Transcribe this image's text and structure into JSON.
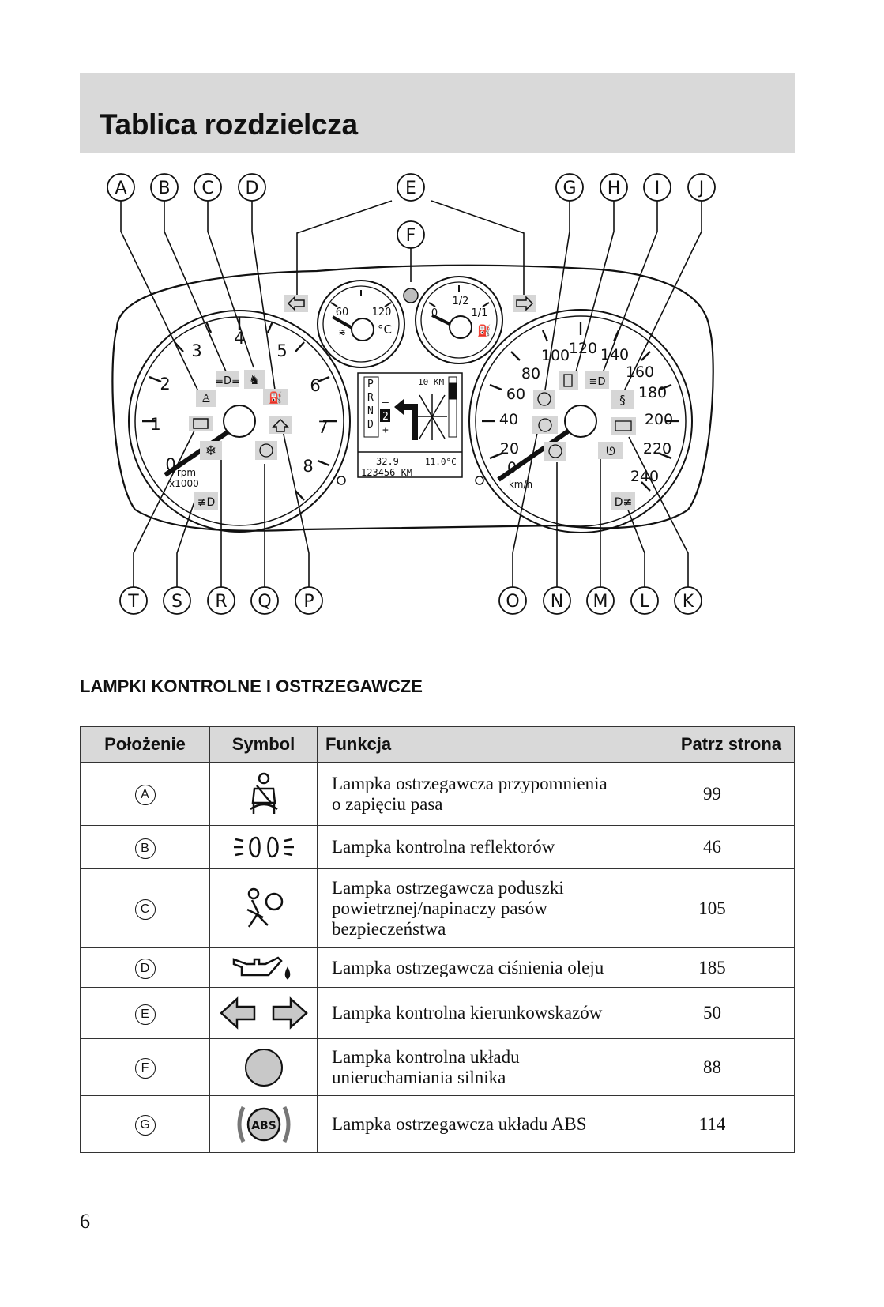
{
  "header": {
    "title": "Tablica rozdzielcza"
  },
  "diagram": {
    "callouts_top": [
      "A",
      "B",
      "C",
      "D",
      "E",
      "F",
      "G",
      "H",
      "I",
      "J"
    ],
    "callouts_bottom": [
      "T",
      "S",
      "R",
      "Q",
      "P",
      "O",
      "N",
      "M",
      "L",
      "K"
    ],
    "tachometer": {
      "ticks": [
        "1",
        "2",
        "3",
        "4",
        "5",
        "6",
        "7",
        "8"
      ],
      "zero": "0",
      "unit_line1": "rpm",
      "unit_line2": "x1000"
    },
    "temp_gauge": {
      "low": "60",
      "high": "120",
      "unit": "°C"
    },
    "fuel_gauge": {
      "empty": "0",
      "half": "1/2",
      "full": "1/1"
    },
    "speedometer": {
      "ticks": [
        "20",
        "40",
        "60",
        "80",
        "100",
        "120",
        "140",
        "160",
        "180",
        "200",
        "220",
        "240"
      ],
      "zero": "0",
      "unit": "km/h"
    },
    "display": {
      "gears": [
        "P",
        "R",
        "N",
        "D"
      ],
      "gear_minus": "–",
      "gear_selected": "2",
      "gear_plus": "+",
      "distance": "10 KM",
      "trip": "32.9",
      "temperature": "11.0°C",
      "odometer": "123456 KM"
    }
  },
  "section": {
    "heading": "LAMPKI KONTROLNE I OSTRZEGAWCZE"
  },
  "table": {
    "headers": {
      "position": "Położenie",
      "symbol": "Symbol",
      "function": "Funkcja",
      "page": "Patrz strona"
    },
    "rows": [
      {
        "position": "A",
        "symbol": "seatbelt-icon",
        "function": "Lampka ostrzegawcza przypomnienia o zapięciu pasa",
        "page": "99"
      },
      {
        "position": "B",
        "symbol": "headlamp-icon",
        "function": "Lampka kontrolna reflektorów",
        "page": "46"
      },
      {
        "position": "C",
        "symbol": "airbag-icon",
        "function": "Lampka ostrzegawcza poduszki powietrznej/napinaczy pasów bezpieczeństwa",
        "page": "105"
      },
      {
        "position": "D",
        "symbol": "oil-pressure-icon",
        "function": "Lampka ostrzegawcza ciśnienia oleju",
        "page": "185"
      },
      {
        "position": "E",
        "symbol": "turn-signal-icon",
        "function": "Lampka kontrolna kierunkowskazów",
        "page": "50"
      },
      {
        "position": "F",
        "symbol": "immobilizer-icon",
        "function": "Lampka kontrolna układu unieruchamiania silnika",
        "page": "88"
      },
      {
        "position": "G",
        "symbol": "abs-icon",
        "function": "Lampka ostrzegawcza układu ABS",
        "page": "114"
      }
    ]
  },
  "footer": {
    "page_number": "6"
  }
}
